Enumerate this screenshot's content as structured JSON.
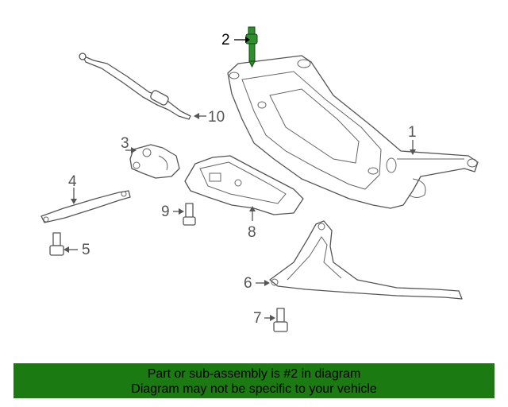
{
  "callouts": [
    {
      "id": "1",
      "label": "1"
    },
    {
      "id": "2",
      "label": "2"
    },
    {
      "id": "3",
      "label": "3"
    },
    {
      "id": "4",
      "label": "4"
    },
    {
      "id": "5",
      "label": "5"
    },
    {
      "id": "6",
      "label": "6"
    },
    {
      "id": "7",
      "label": "7"
    },
    {
      "id": "8",
      "label": "8"
    },
    {
      "id": "9",
      "label": "9"
    },
    {
      "id": "10",
      "label": "10"
    }
  ],
  "highlighted_part": "2",
  "colors": {
    "highlight": "#2f8f2f",
    "banner": "#1c7a12",
    "line": "#555555"
  },
  "banner": {
    "line1": "Part or sub-assembly is #2 in diagram",
    "line2": "Diagram may not be specific to your vehicle"
  }
}
